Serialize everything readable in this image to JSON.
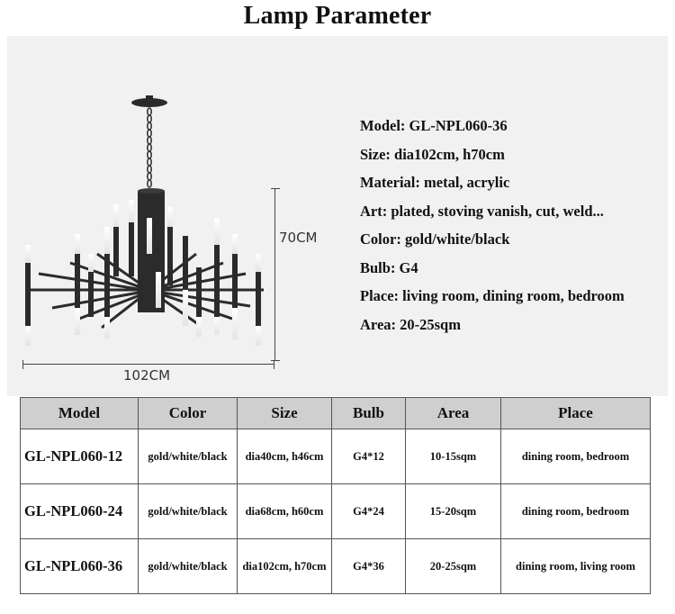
{
  "title": "Lamp Parameter",
  "diagram": {
    "height_label": "70CM",
    "width_label": "102CM"
  },
  "specs": [
    "Model: GL-NPL060-36",
    "Size: dia102cm, h70cm",
    "Material: metal, acrylic",
    "Art: plated, stoving vanish, cut, weld...",
    "Color: gold/white/black",
    "Bulb: G4",
    "Place: living room, dining room, bedroom",
    "Area: 20-25sqm"
  ],
  "table": {
    "headers": [
      "Model",
      "Color",
      "Size",
      "Bulb",
      "Area",
      "Place"
    ],
    "rows": [
      [
        "GL-NPL060-12",
        "gold/white/black",
        "dia40cm, h46cm",
        "G4*12",
        "10-15sqm",
        "dining room, bedroom"
      ],
      [
        "GL-NPL060-24",
        "gold/white/black",
        "dia68cm, h60cm",
        "G4*24",
        "15-20sqm",
        "dining room, bedroom"
      ],
      [
        "GL-NPL060-36",
        "gold/white/black",
        "dia102cm, h70cm",
        "G4*36",
        "20-25sqm",
        "dining room, living room"
      ]
    ]
  }
}
